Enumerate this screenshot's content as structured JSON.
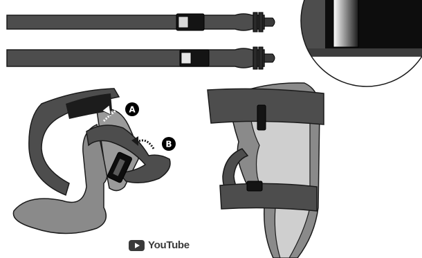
{
  "callouts": [
    {
      "id": "A",
      "label": "A"
    },
    {
      "id": "B",
      "label": "B"
    }
  ],
  "watermark": {
    "text": "YouTube",
    "icon": "play-icon"
  },
  "colors": {
    "strap": "#4d4d4d",
    "strap_outline": "#1a1a1a",
    "orthosis_shell": "#8a8a8a",
    "orthosis_inner": "#cfcfcf",
    "buckle": "#0d0d0d",
    "badge": "#000000",
    "watermark": "#3a3a3a"
  }
}
